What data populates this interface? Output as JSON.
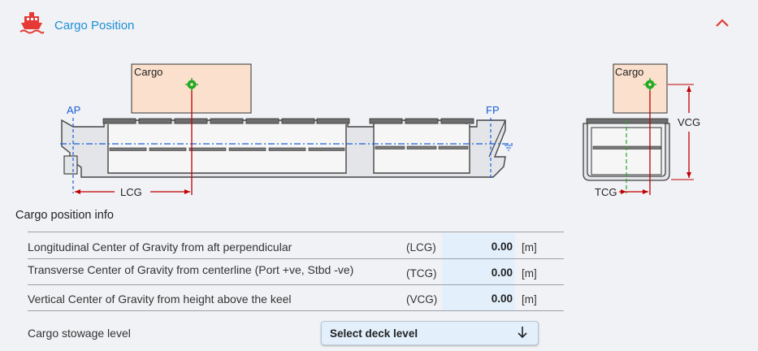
{
  "header": {
    "title": "Cargo Position",
    "icon": "ship-icon",
    "collapse_icon": "chevron-up-icon",
    "accent": "#e53935",
    "title_color": "#1a8fd6"
  },
  "diagram": {
    "cargo_label": "Cargo",
    "ap_label": "AP",
    "fp_label": "FP",
    "lcg_label": "LCG",
    "tcg_label": "TCG",
    "vcg_label": "VCG",
    "cargo_box_color": "#fbe0cd",
    "cg_marker_color": "#22aa22",
    "dimension_color": "#c00000",
    "axis_color": "#1a5fd6"
  },
  "info": {
    "title": "Cargo position info",
    "rows": [
      {
        "label": "Longitudinal Center of Gravity from aft perpendicular",
        "code": "(LCG)",
        "value": "0.00",
        "unit": "[m]"
      },
      {
        "label": "Transverse Center of Gravity from centerline (Port  +ve, Stbd -ve)",
        "code": "(TCG)",
        "value": "0.00",
        "unit": "[m]"
      },
      {
        "label": "Vertical Center of Gravity from height above the keel",
        "code": "(VCG)",
        "value": "0.00",
        "unit": "[m]"
      }
    ]
  },
  "stowage": {
    "label": "Cargo stowage level",
    "selected": "Select deck level"
  }
}
